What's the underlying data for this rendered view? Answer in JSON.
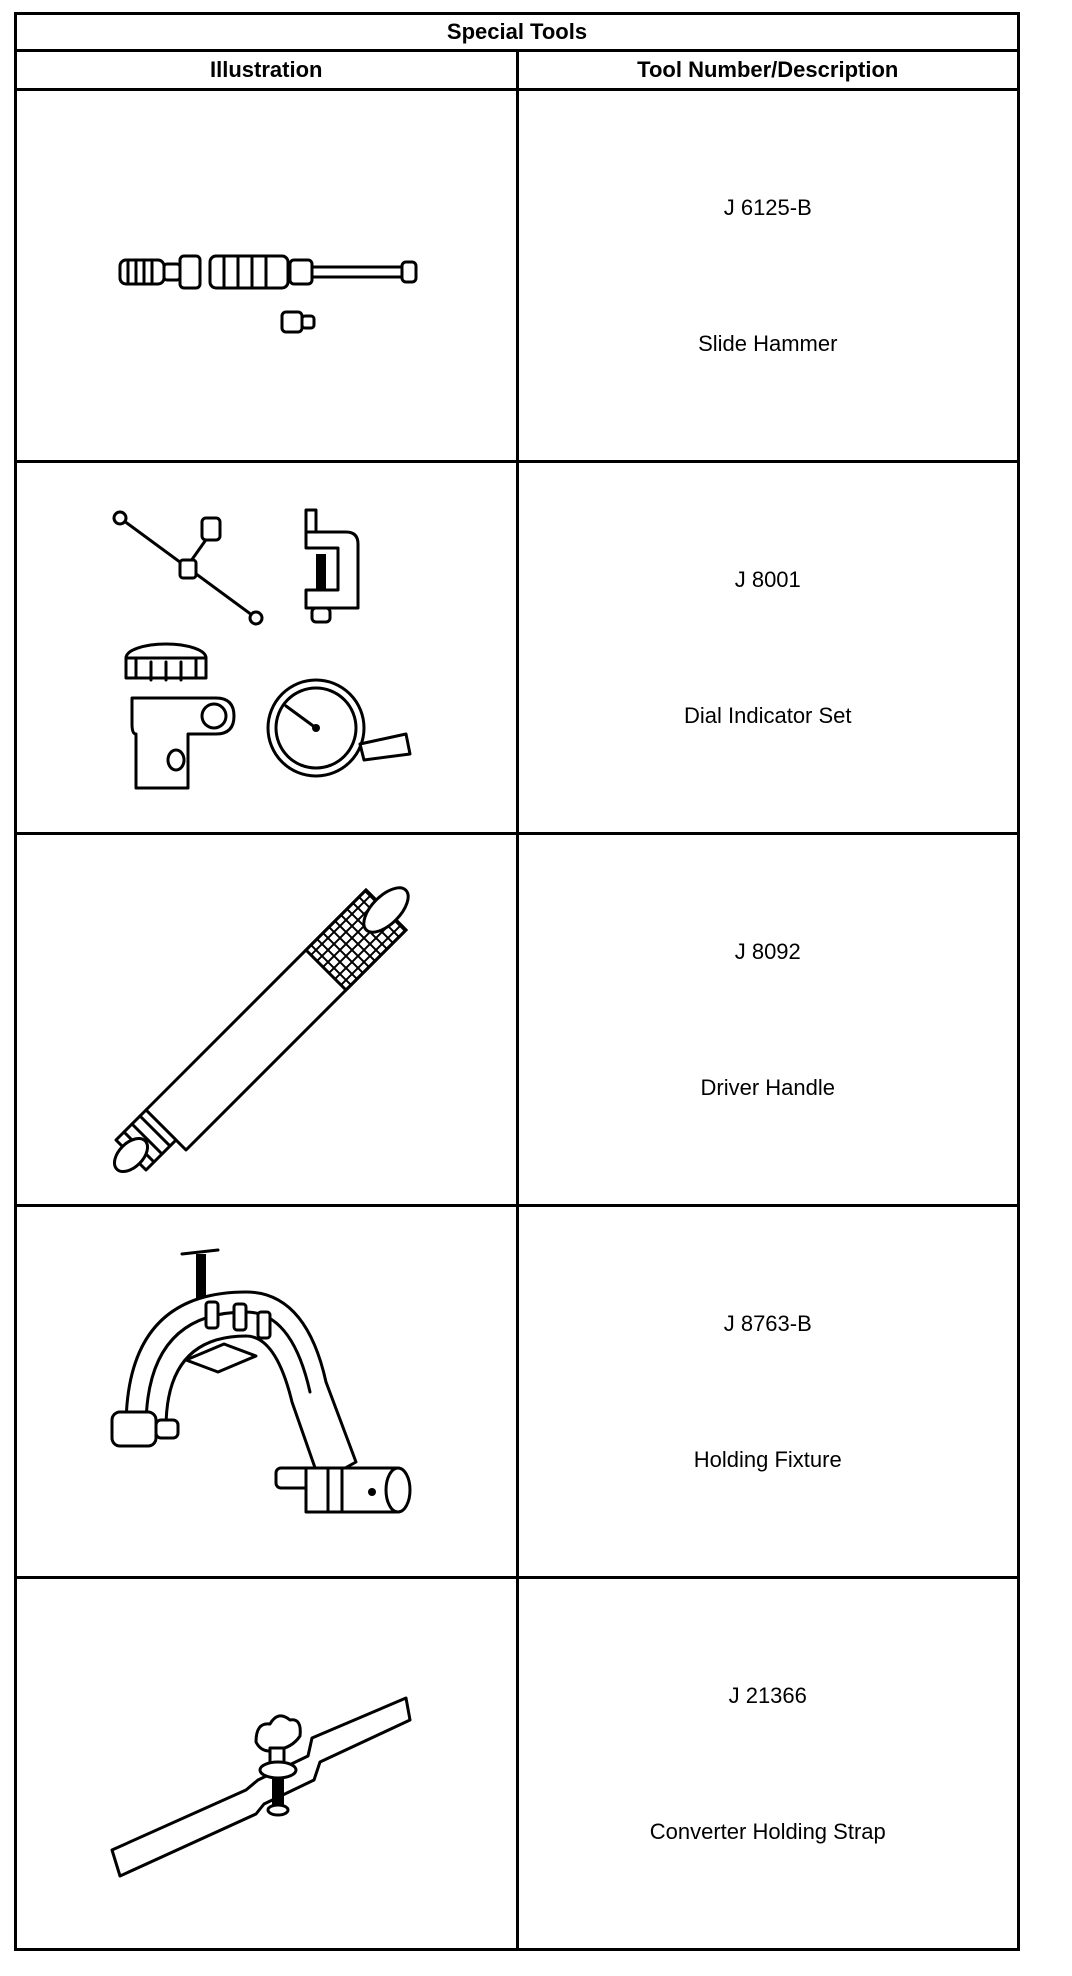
{
  "table": {
    "title": "Special Tools",
    "headers": {
      "illustration": "Illustration",
      "description": "Tool Number/Description"
    },
    "rows": [
      {
        "tool_number": "J 6125-B",
        "description": "Slide Hammer",
        "icon": "slide-hammer-illustration"
      },
      {
        "tool_number": "J 8001",
        "description": "Dial Indicator Set",
        "icon": "dial-indicator-set-illustration"
      },
      {
        "tool_number": "J 8092",
        "description": "Driver Handle",
        "icon": "driver-handle-illustration"
      },
      {
        "tool_number": "J 8763-B",
        "description": "Holding Fixture",
        "icon": "holding-fixture-illustration"
      },
      {
        "tool_number": "J 21366",
        "description": "Converter Holding Strap",
        "icon": "converter-holding-strap-illustration"
      }
    ]
  }
}
